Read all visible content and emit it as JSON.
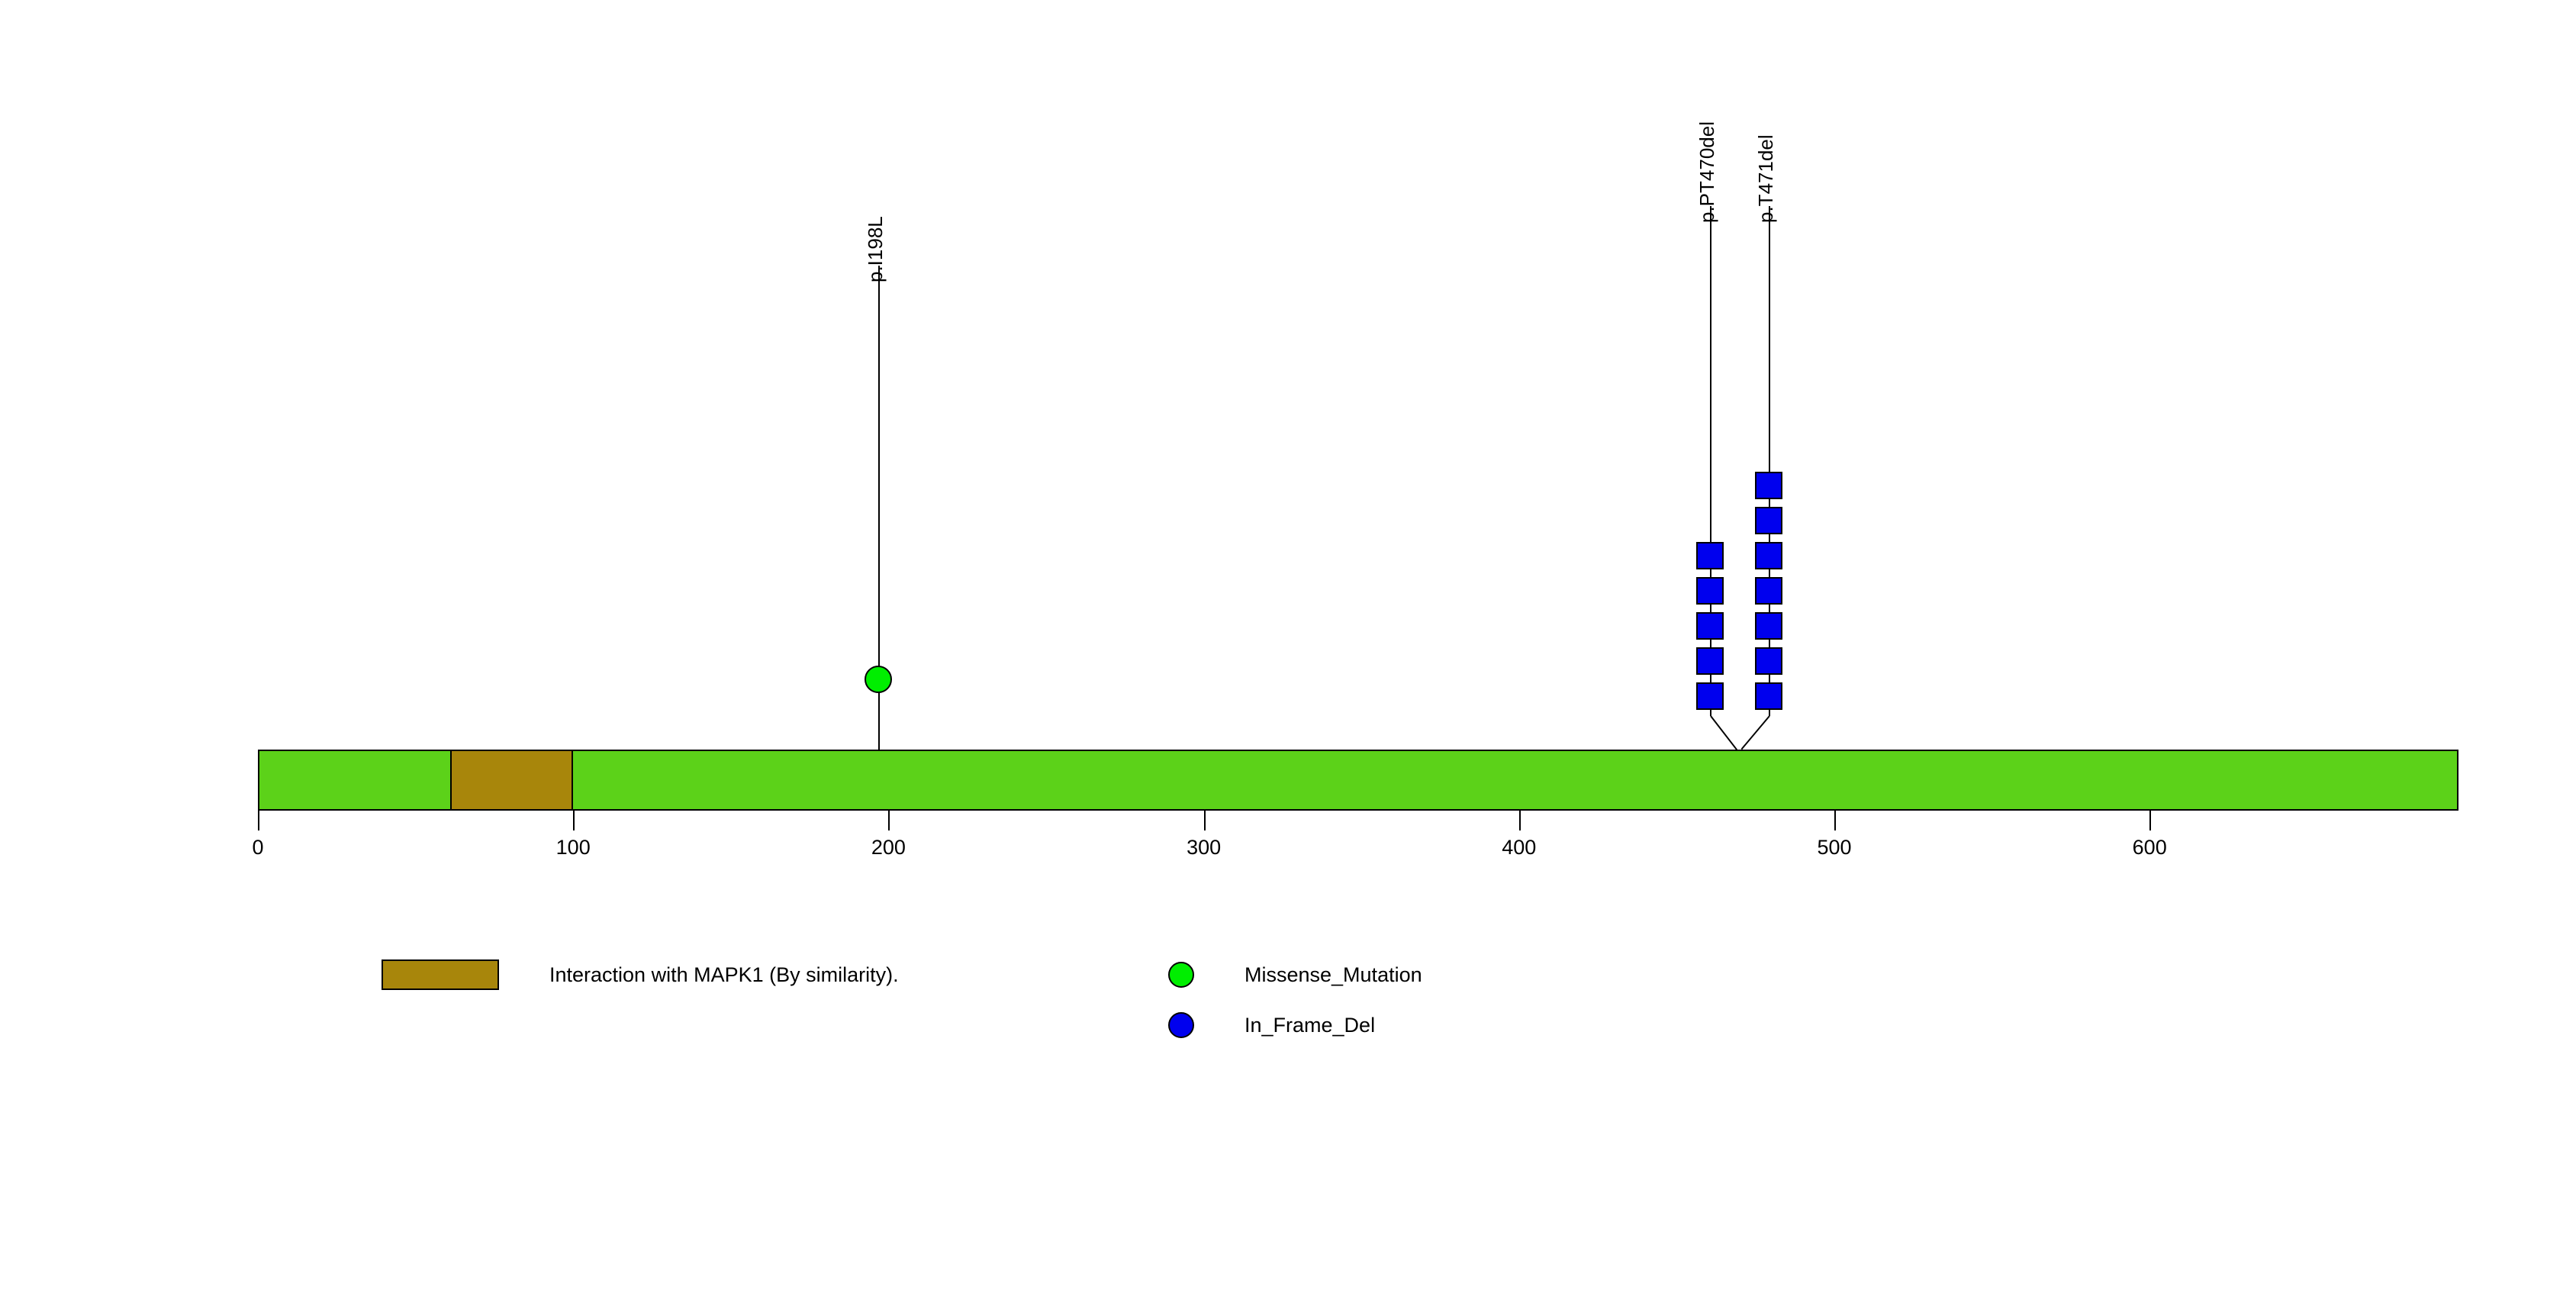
{
  "chart_data": {
    "type": "lollipop",
    "title": "",
    "xlabel": "",
    "ylabel": "",
    "xlim": [
      0,
      698
    ],
    "grid": false,
    "legend_position": "bottom",
    "protein": {
      "length": 698,
      "backbone_color": "#5CD219",
      "border_color": "#000000"
    },
    "axis": {
      "ticks": [
        {
          "value": 0,
          "label": "0"
        },
        {
          "value": 100,
          "label": "100"
        },
        {
          "value": 200,
          "label": "200"
        },
        {
          "value": 300,
          "label": "300"
        },
        {
          "value": 400,
          "label": "400"
        },
        {
          "value": 500,
          "label": "500"
        },
        {
          "value": 600,
          "label": "600"
        }
      ]
    },
    "domains": [
      {
        "name": "Interaction with MAPK1 (By similarity).",
        "start": 61,
        "end": 100,
        "color": "#A8860B"
      }
    ],
    "mutations": [
      {
        "label": "p.I198L",
        "position": 198,
        "count": 1,
        "type": "Missense_Mutation",
        "color": "#00EE00",
        "shape": "circle"
      },
      {
        "label": "p.PT470del",
        "position": 470,
        "count": 5,
        "type": "In_Frame_Del",
        "color": "#0000EE",
        "shape": "square"
      },
      {
        "label": "p.T471del",
        "position": 471,
        "count": 7,
        "type": "In_Frame_Del",
        "color": "#0000EE",
        "shape": "square"
      }
    ],
    "legends": {
      "domain_legend": [
        {
          "label": "Interaction with MAPK1 (By similarity).",
          "color": "#A8860B",
          "swatch": "rect"
        }
      ],
      "mutation_legend": [
        {
          "label": "Missense_Mutation",
          "color": "#00EE00",
          "swatch": "circle"
        },
        {
          "label": "In_Frame_Del",
          "color": "#0000EE",
          "swatch": "circle"
        }
      ]
    }
  }
}
